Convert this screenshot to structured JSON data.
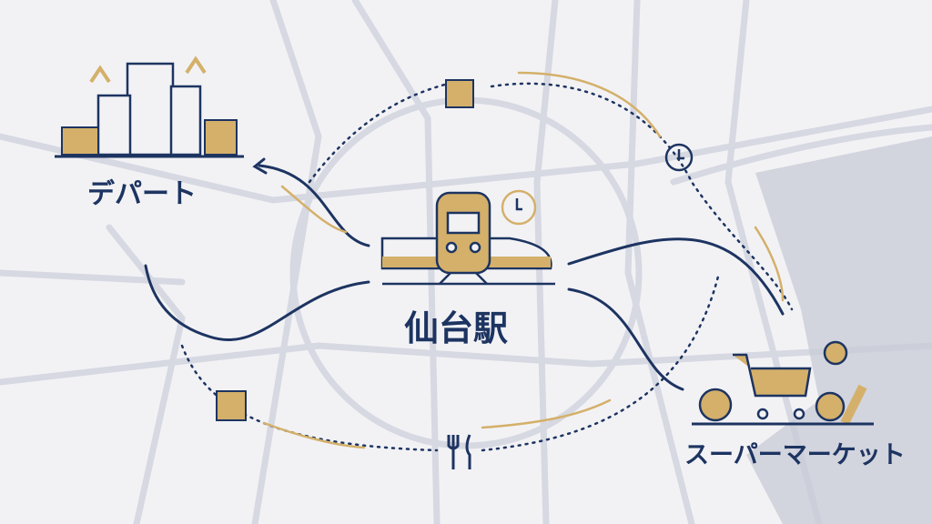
{
  "colors": {
    "navy": "#1d3461",
    "gold": "#d4b06a",
    "background": "#f2f2f5",
    "road": "#d6d8e2",
    "block": "#c9ccd8"
  },
  "nodes": {
    "station": {
      "label": "仙台駅",
      "icon": "train-icon"
    },
    "department_store": {
      "label": "デパート",
      "icon": "department-store-icon"
    },
    "supermarket": {
      "label": "スーパーマーケット",
      "icon": "grocery-cart-icon"
    }
  }
}
